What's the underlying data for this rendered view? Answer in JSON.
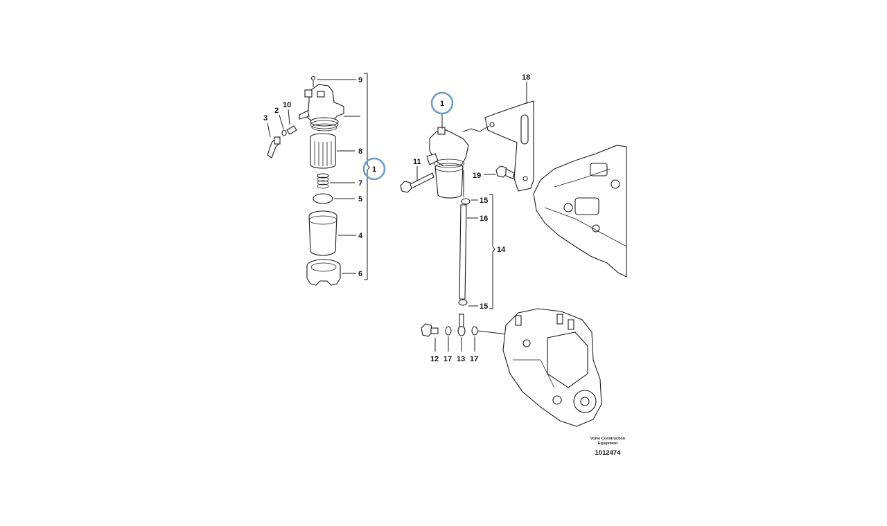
{
  "callouts": {
    "c9": "9",
    "c10": "10",
    "c2": "2",
    "c3": "3",
    "c8": "8",
    "c1_left": "1",
    "c7": "7",
    "c5": "5",
    "c4": "4",
    "c6": "6",
    "c1_top": "1",
    "c18": "18",
    "c11": "11",
    "c19": "19",
    "c15_top": "15",
    "c16": "16",
    "c14": "14",
    "c15_bottom": "15",
    "c12": "12",
    "c17_a": "17",
    "c13": "13",
    "c17_b": "17"
  },
  "caption": {
    "brand_line1": "Volvo Construction",
    "brand_line2": "Equipment",
    "figure_ref": "1012474"
  },
  "highlight_color": "#6f9ec3"
}
